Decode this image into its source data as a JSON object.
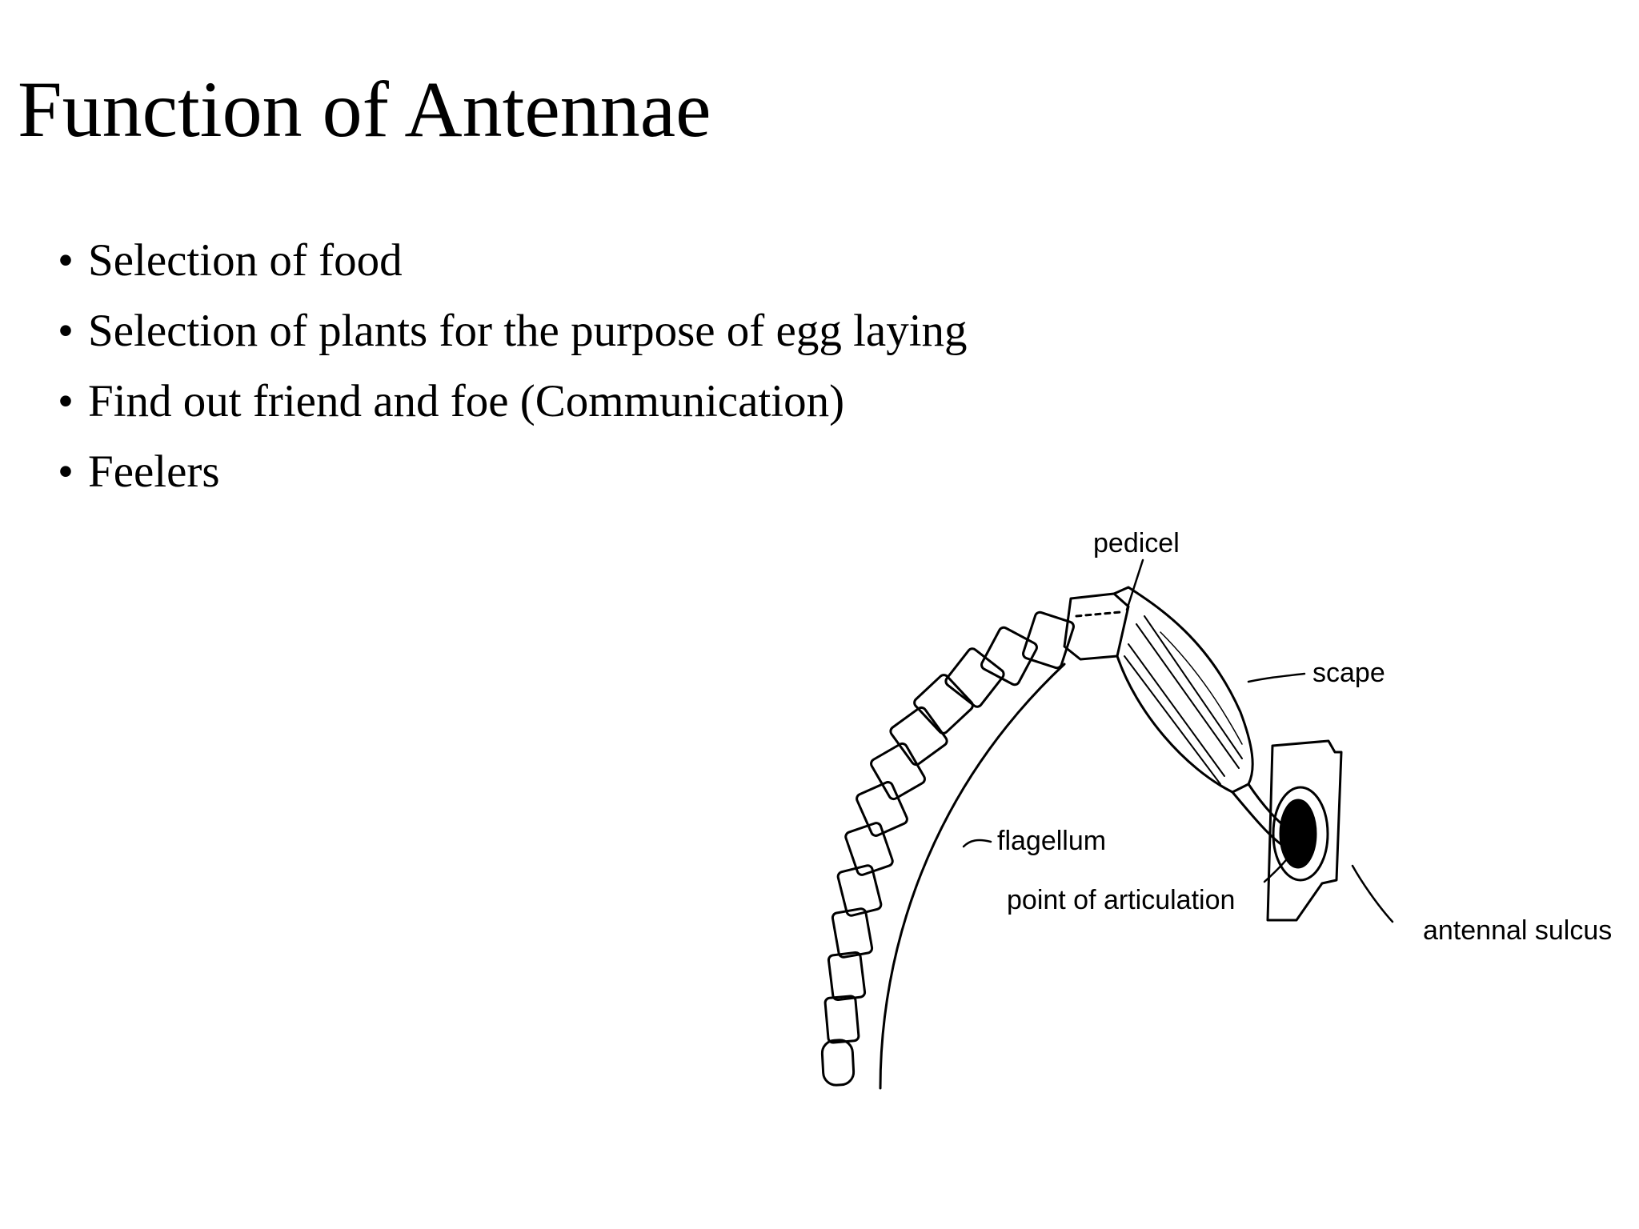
{
  "slide": {
    "title": "Function of Antennae",
    "bullet_glyph": "•",
    "bullets": [
      "Selection of food",
      "Selection of plants for the purpose of egg laying",
      "Find out friend and foe (Communication)",
      "Feelers"
    ]
  },
  "diagram": {
    "labels": {
      "pedicel": "pedicel",
      "scape": "scape",
      "flagellum": "flagellum",
      "point_of_articulation": "point of articulation",
      "antennal_sulcus": "antennal sulcus"
    }
  }
}
